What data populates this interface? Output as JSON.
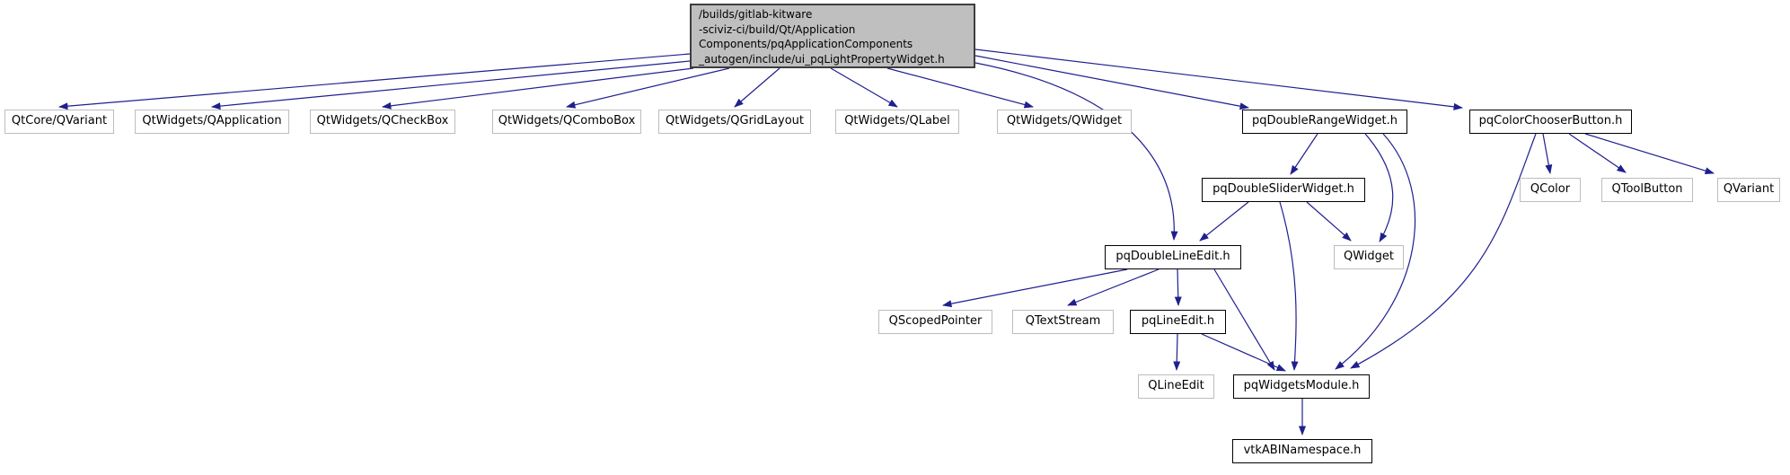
{
  "diagram": {
    "kind": "include-dependency-graph",
    "nodes": [
      {
        "id": "root",
        "label": "/builds/gitlab-kitware\n-sciviz-ci/build/Qt/Application\nComponents/pqApplicationComponents\n_autogen/include/ui_pqLightPropertyWidget.h",
        "type": "current"
      },
      {
        "id": "qtcore-qvariant",
        "label": "QtCore/QVariant",
        "type": "plain"
      },
      {
        "id": "qapplication",
        "label": "QtWidgets/QApplication",
        "type": "plain"
      },
      {
        "id": "qcheckbox",
        "label": "QtWidgets/QCheckBox",
        "type": "plain"
      },
      {
        "id": "qcombobox",
        "label": "QtWidgets/QComboBox",
        "type": "plain"
      },
      {
        "id": "qgridlayout",
        "label": "QtWidgets/QGridLayout",
        "type": "plain"
      },
      {
        "id": "qlabel",
        "label": "QtWidgets/QLabel",
        "type": "plain"
      },
      {
        "id": "qwidget-include",
        "label": "QtWidgets/QWidget",
        "type": "plain"
      },
      {
        "id": "pqdoublerange",
        "label": "pqDoubleRangeWidget.h",
        "type": "linked"
      },
      {
        "id": "pqcolorchooser",
        "label": "pqColorChooserButton.h",
        "type": "linked"
      },
      {
        "id": "pqdoubleslider",
        "label": "pqDoubleSliderWidget.h",
        "type": "linked"
      },
      {
        "id": "qcolor",
        "label": "QColor",
        "type": "plain"
      },
      {
        "id": "qtoolbutton",
        "label": "QToolButton",
        "type": "plain"
      },
      {
        "id": "qvariant",
        "label": "QVariant",
        "type": "plain"
      },
      {
        "id": "pqdoublelineedit",
        "label": "pqDoubleLineEdit.h",
        "type": "linked"
      },
      {
        "id": "qwidget",
        "label": "QWidget",
        "type": "plain"
      },
      {
        "id": "qscopedpointer",
        "label": "QScopedPointer",
        "type": "plain"
      },
      {
        "id": "qtextstream",
        "label": "QTextStream",
        "type": "plain"
      },
      {
        "id": "pqlineedit",
        "label": "pqLineEdit.h",
        "type": "linked"
      },
      {
        "id": "qlineedit",
        "label": "QLineEdit",
        "type": "plain"
      },
      {
        "id": "pqwidgetsmodule",
        "label": "pqWidgetsModule.h",
        "type": "linked"
      },
      {
        "id": "vtkabinamespace",
        "label": "vtkABINamespace.h",
        "type": "linked"
      }
    ],
    "edges": [
      {
        "from": "root",
        "to": "qtcore-qvariant"
      },
      {
        "from": "root",
        "to": "qapplication"
      },
      {
        "from": "root",
        "to": "qcheckbox"
      },
      {
        "from": "root",
        "to": "qcombobox"
      },
      {
        "from": "root",
        "to": "qgridlayout"
      },
      {
        "from": "root",
        "to": "qlabel"
      },
      {
        "from": "root",
        "to": "qwidget-include"
      },
      {
        "from": "root",
        "to": "pqdoublerange"
      },
      {
        "from": "root",
        "to": "pqcolorchooser"
      },
      {
        "from": "root",
        "to": "pqdoublelineedit"
      },
      {
        "from": "pqdoublerange",
        "to": "pqdoubleslider"
      },
      {
        "from": "pqdoublerange",
        "to": "qwidget"
      },
      {
        "from": "pqdoublerange",
        "to": "pqwidgetsmodule"
      },
      {
        "from": "pqdoubleslider",
        "to": "pqdoublelineedit"
      },
      {
        "from": "pqdoubleslider",
        "to": "qwidget"
      },
      {
        "from": "pqdoubleslider",
        "to": "pqwidgetsmodule"
      },
      {
        "from": "pqcolorchooser",
        "to": "qcolor"
      },
      {
        "from": "pqcolorchooser",
        "to": "qtoolbutton"
      },
      {
        "from": "pqcolorchooser",
        "to": "qvariant"
      },
      {
        "from": "pqcolorchooser",
        "to": "pqwidgetsmodule"
      },
      {
        "from": "pqdoublelineedit",
        "to": "qscopedpointer"
      },
      {
        "from": "pqdoublelineedit",
        "to": "qtextstream"
      },
      {
        "from": "pqdoublelineedit",
        "to": "pqlineedit"
      },
      {
        "from": "pqdoublelineedit",
        "to": "pqwidgetsmodule"
      },
      {
        "from": "pqlineedit",
        "to": "qlineedit"
      },
      {
        "from": "pqlineedit",
        "to": "pqwidgetsmodule"
      },
      {
        "from": "pqwidgetsmodule",
        "to": "vtkabinamespace"
      }
    ],
    "colors": {
      "background": "#ffffff",
      "edge": "#1f1f8f",
      "text": "#000000",
      "linked_node_border": "#000000",
      "plain_node_border": "#bdbdbd",
      "root_fill": "#bfbfbf",
      "root_border": "#3d3d3d"
    }
  }
}
